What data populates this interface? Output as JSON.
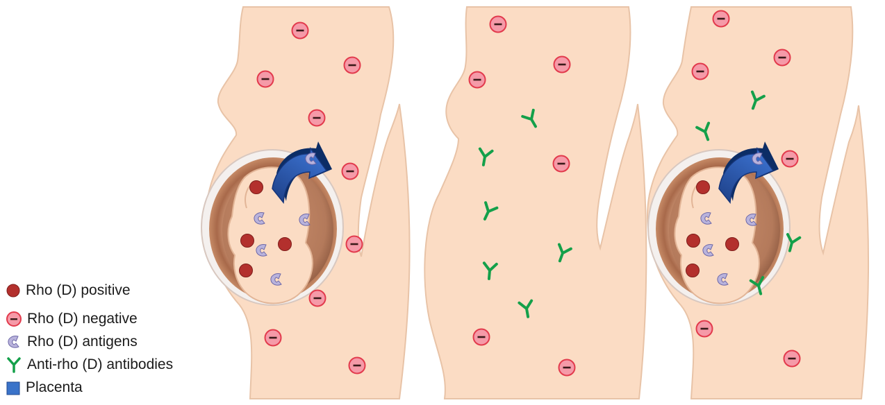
{
  "legend": {
    "items": [
      {
        "key": "rho-positive",
        "label": "Rho (D) positive"
      },
      {
        "key": "rho-negative",
        "label": "Rho (D) negative"
      },
      {
        "key": "rho-antigen",
        "label": "Rho (D) antigens"
      },
      {
        "key": "antibody",
        "label": "Anti-rho (D) antibodies"
      },
      {
        "key": "placenta",
        "label": "Placenta"
      }
    ]
  },
  "colors": {
    "skin": "#fbdcc4",
    "skin_outline": "#e0b89a",
    "rho_positive": "#b3302d",
    "rho_negative_fill": "#f59aa8",
    "rho_negative_ring": "#e23a4c",
    "antigen": "#b9b3dc",
    "antibody": "#14a04a",
    "placenta": "#3a73c9",
    "arrow": "#264e9c"
  },
  "panels": [
    {
      "id": "first-pregnancy",
      "has_fetus": true
    },
    {
      "id": "after-delivery",
      "has_fetus": false
    },
    {
      "id": "second-pregnancy",
      "has_fetus": true
    }
  ]
}
